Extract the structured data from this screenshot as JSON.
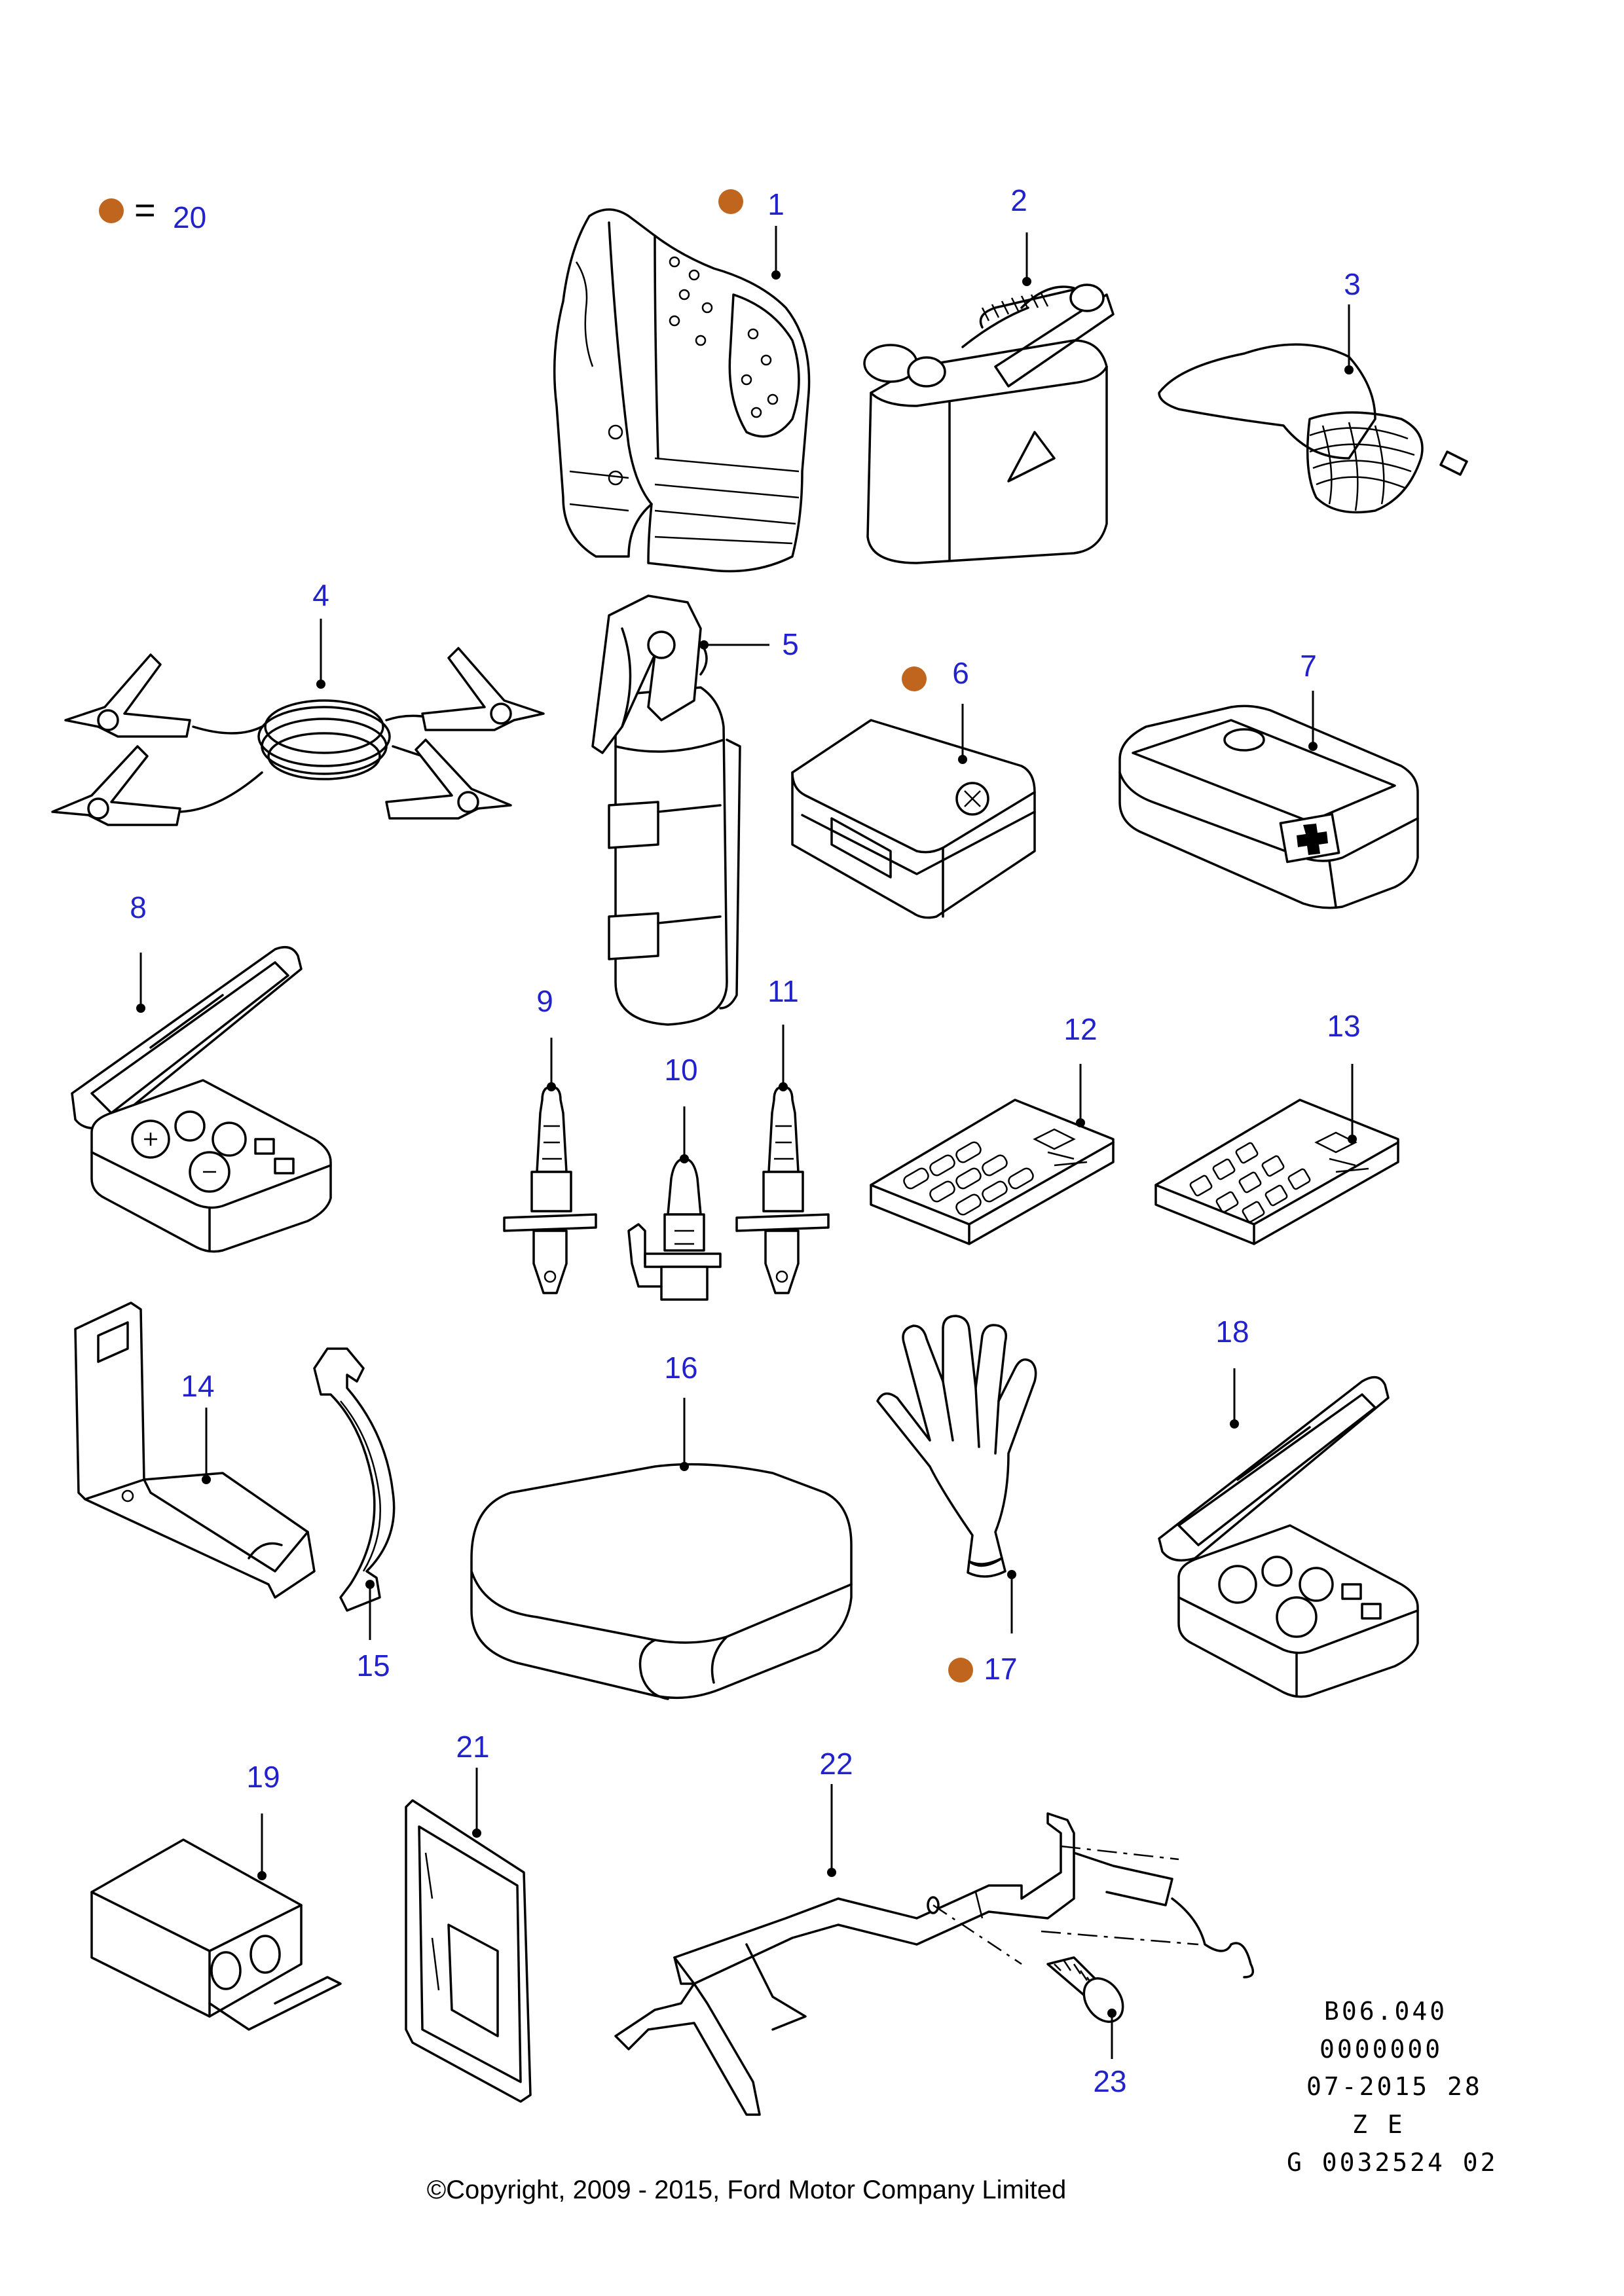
{
  "marker_color": "#c0651e",
  "label_color": "#2222cc",
  "legend": {
    "equals": "=",
    "number": "20"
  },
  "callouts": [
    {
      "id": "1",
      "text": "1",
      "marked": true
    },
    {
      "id": "2",
      "text": "2",
      "marked": false
    },
    {
      "id": "3",
      "text": "3",
      "marked": false
    },
    {
      "id": "4",
      "text": "4",
      "marked": false
    },
    {
      "id": "5",
      "text": "5",
      "marked": false
    },
    {
      "id": "6",
      "text": "6",
      "marked": true
    },
    {
      "id": "7",
      "text": "7",
      "marked": false
    },
    {
      "id": "8",
      "text": "8",
      "marked": false
    },
    {
      "id": "9",
      "text": "9",
      "marked": false
    },
    {
      "id": "10",
      "text": "10",
      "marked": false
    },
    {
      "id": "11",
      "text": "11",
      "marked": false
    },
    {
      "id": "12",
      "text": "12",
      "marked": false
    },
    {
      "id": "13",
      "text": "13",
      "marked": false
    },
    {
      "id": "14",
      "text": "14",
      "marked": false
    },
    {
      "id": "15",
      "text": "15",
      "marked": false
    },
    {
      "id": "16",
      "text": "16",
      "marked": false
    },
    {
      "id": "17",
      "text": "17",
      "marked": true
    },
    {
      "id": "18",
      "text": "18",
      "marked": false
    },
    {
      "id": "19",
      "text": "19",
      "marked": false
    },
    {
      "id": "21",
      "text": "21",
      "marked": false
    },
    {
      "id": "22",
      "text": "22",
      "marked": false
    },
    {
      "id": "23",
      "text": "23",
      "marked": false
    }
  ],
  "drawing_code": [
    "B06.040",
    "0000000",
    "07-2015 28",
    "Z E",
    "G 0032524 02"
  ],
  "copyright": "©Copyright, 2009 - 2015, Ford Motor Company Limited"
}
